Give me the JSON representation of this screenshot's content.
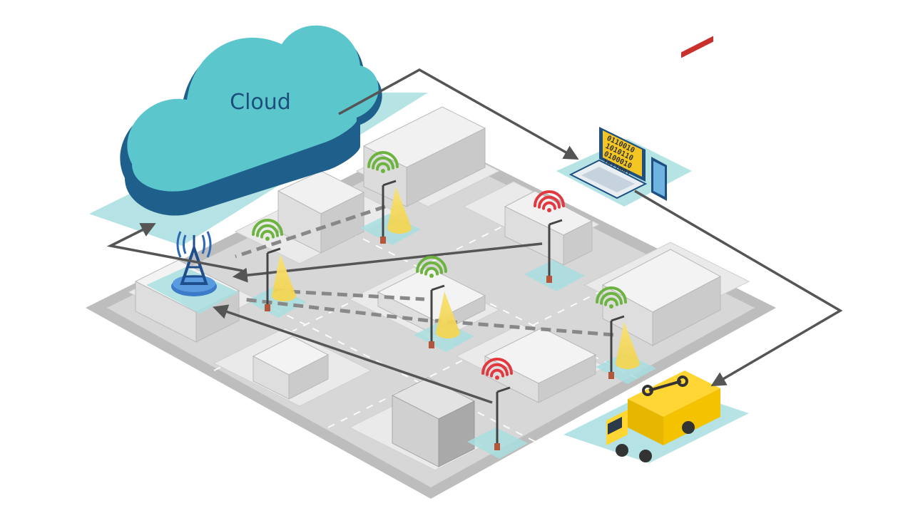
{
  "cloud": {
    "label": "Cloud",
    "icon": "cloud-icon"
  },
  "laptop": {
    "screen_rows": [
      "0110010",
      "1010110",
      "0100010",
      "1011001"
    ]
  },
  "signals": [
    {
      "id": "light-north-1",
      "status": "ok"
    },
    {
      "id": "light-north-2",
      "status": "fault"
    },
    {
      "id": "light-west",
      "status": "ok"
    },
    {
      "id": "light-center",
      "status": "ok"
    },
    {
      "id": "light-east",
      "status": "ok"
    },
    {
      "id": "light-south",
      "status": "fault"
    }
  ],
  "colors": {
    "ok": "#6db33f",
    "fault": "#e2383f",
    "cloud_fill": "#5bc6cc",
    "cloud_side": "#1f5f8b",
    "pad": "#a9dfe1",
    "arrow": "#555555",
    "van": "#f5c200",
    "tower": "#1f4e8c"
  }
}
